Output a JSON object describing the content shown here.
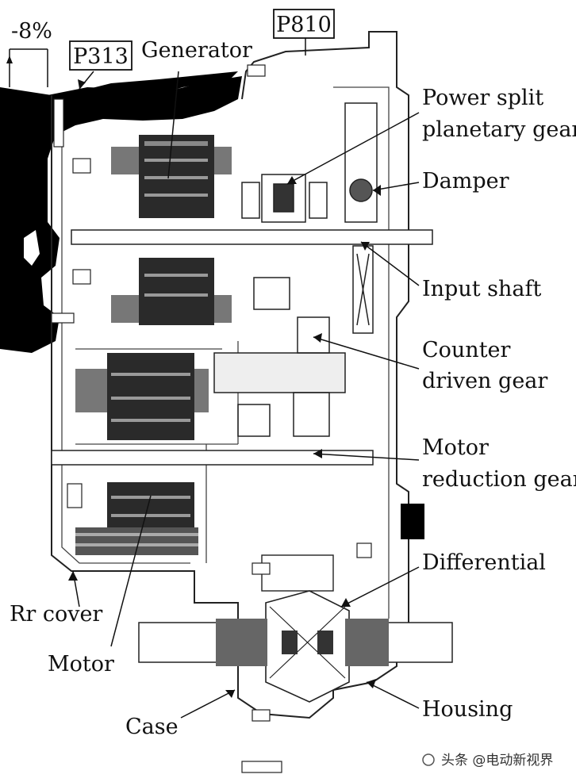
{
  "boxes": {
    "p810": "P810",
    "p313": "P313"
  },
  "labels": {
    "minus8": "-8%",
    "generator": "Generator",
    "power_split_1": "Power split",
    "power_split_2": "planetary gear",
    "damper": "Damper",
    "input_shaft": "Input shaft",
    "counter_1": "Counter",
    "counter_2": "driven gear",
    "motor_red_1": "Motor",
    "motor_red_2": "reduction gear",
    "differential": "Differential",
    "rr_cover": "Rr cover",
    "motor": "Motor",
    "case": "Case",
    "housing": "Housing"
  },
  "watermark": "头条 @电动新视界"
}
